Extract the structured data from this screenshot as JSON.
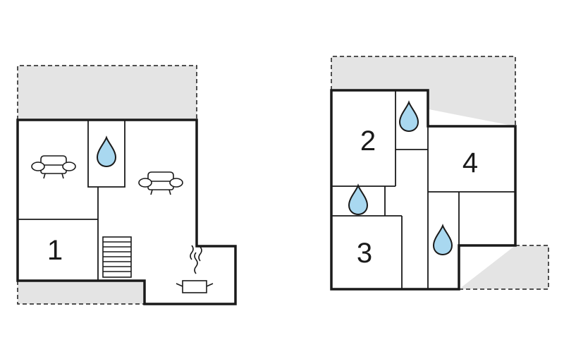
{
  "floors": [
    {
      "rooms": [
        {
          "label": "1",
          "type": "bedroom"
        }
      ],
      "icons": [
        "armchair-icon",
        "armchair-icon",
        "water-drop-icon",
        "stairs-icon",
        "cooking-pot-icon"
      ]
    },
    {
      "rooms": [
        {
          "label": "2",
          "type": "bedroom"
        },
        {
          "label": "3",
          "type": "bedroom"
        },
        {
          "label": "4",
          "type": "bedroom"
        }
      ],
      "icons": [
        "water-drop-icon",
        "water-drop-icon",
        "water-drop-icon"
      ]
    }
  ],
  "colors": {
    "wall": "#1a1a1a",
    "terrace_fill": "#e4e4e4",
    "water": "#a9d8f0"
  }
}
